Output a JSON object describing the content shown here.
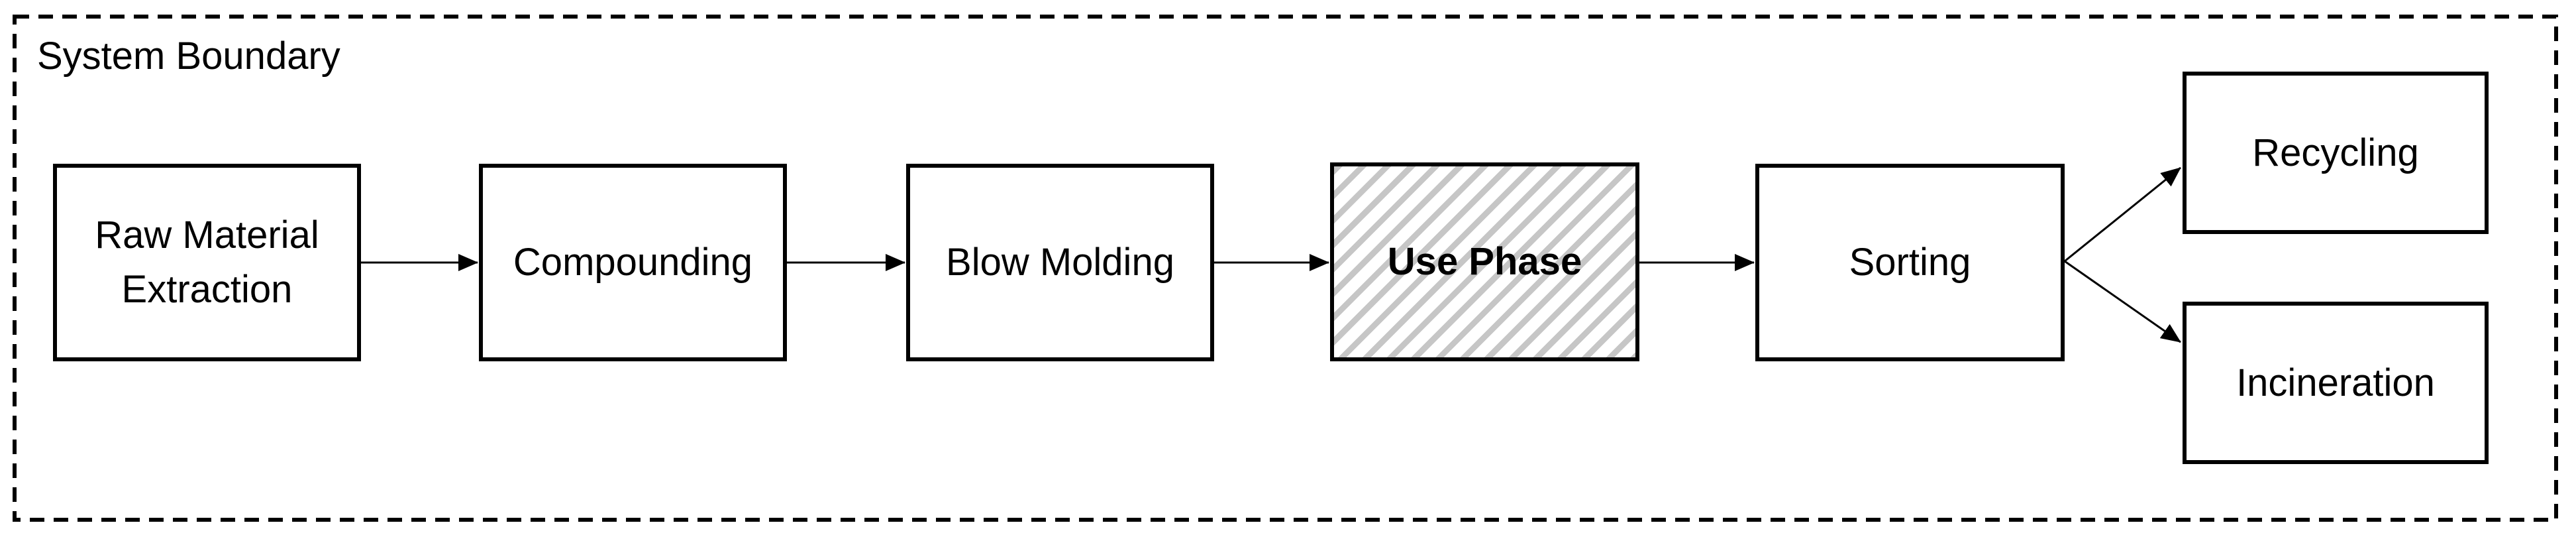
{
  "diagram": {
    "boundary_label": "System Boundary",
    "nodes": [
      {
        "id": "raw-material-extraction",
        "label": "Raw Material Extraction",
        "style": "plain"
      },
      {
        "id": "compounding",
        "label": "Compounding",
        "style": "plain"
      },
      {
        "id": "blow-molding",
        "label": "Blow Molding",
        "style": "plain"
      },
      {
        "id": "use-phase",
        "label": "Use Phase",
        "style": "hatched-bold"
      },
      {
        "id": "sorting",
        "label": "Sorting",
        "style": "plain"
      },
      {
        "id": "recycling",
        "label": "Recycling",
        "style": "plain"
      },
      {
        "id": "incineration",
        "label": "Incineration",
        "style": "plain"
      }
    ],
    "edges": [
      {
        "from": "raw-material-extraction",
        "to": "compounding"
      },
      {
        "from": "compounding",
        "to": "blow-molding"
      },
      {
        "from": "blow-molding",
        "to": "use-phase"
      },
      {
        "from": "use-phase",
        "to": "sorting"
      },
      {
        "from": "sorting",
        "to": "recycling"
      },
      {
        "from": "sorting",
        "to": "incineration"
      }
    ],
    "colors": {
      "stroke": "#000000",
      "hatch_stripe": "#c6c6c6",
      "background": "#ffffff"
    }
  }
}
